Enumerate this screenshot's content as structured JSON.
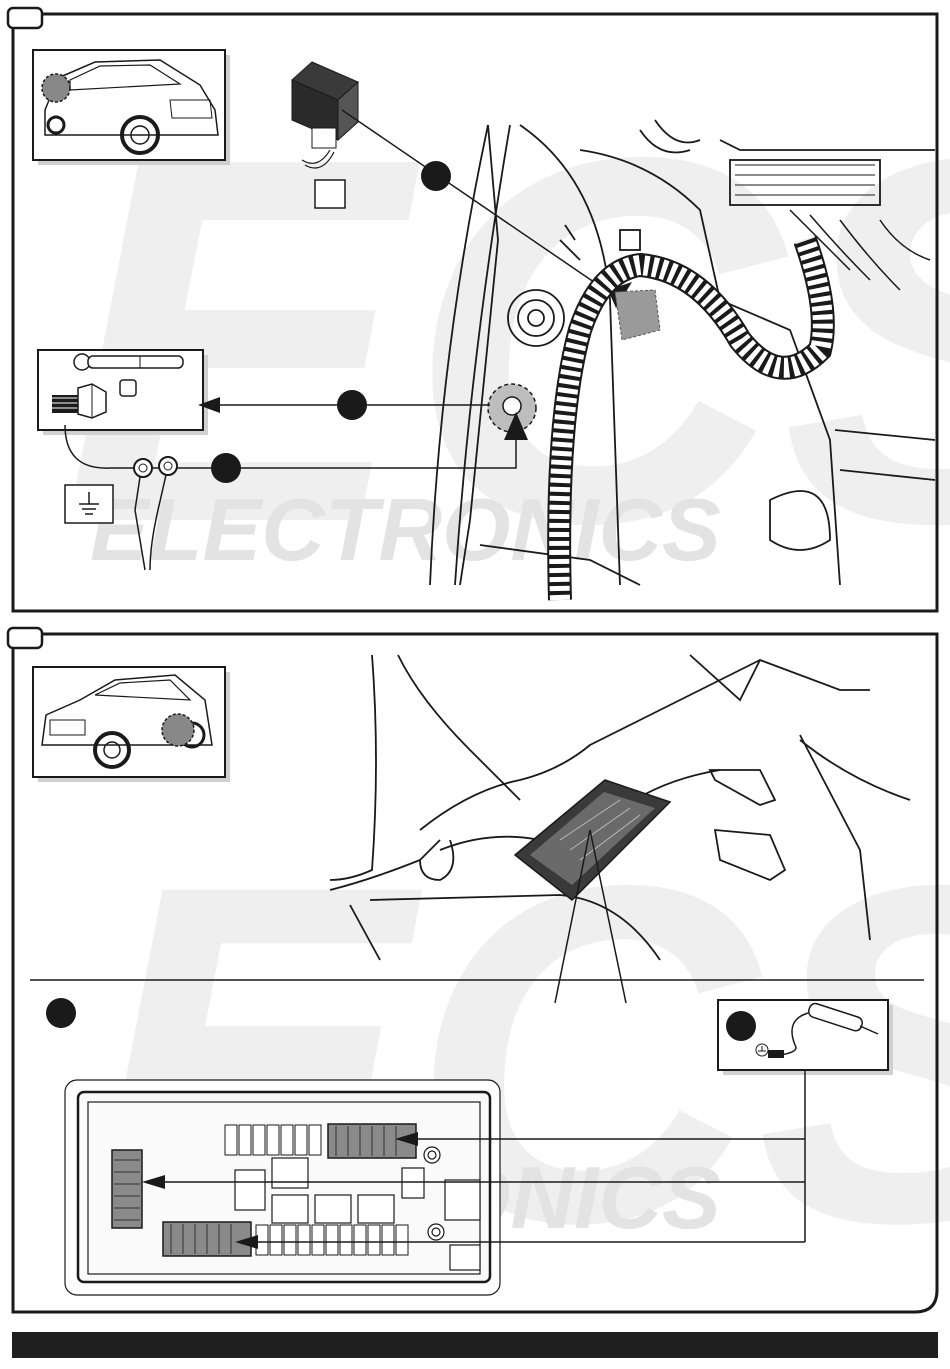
{
  "watermark": {
    "letters": "ECS",
    "word": "ELECTRONICS",
    "color": "#e6e6e6"
  },
  "panel_top": {
    "thumbnail": "suv-rear-left-view",
    "module": "control-module-with-connector",
    "tools": [
      "ratchet-wrench",
      "socket",
      "bolt"
    ],
    "ground_symbol": "ground-icon"
  },
  "panel_bottom": {
    "thumbnail": "suv-front-right-view",
    "fuse_box": "fuse-relay-box",
    "tester": "test-light-probe",
    "ground_symbol": "ground-icon"
  },
  "colors": {
    "line": "#1a1a1a",
    "highlight": "#9a9a9a",
    "footer": "#1f1f1f"
  }
}
